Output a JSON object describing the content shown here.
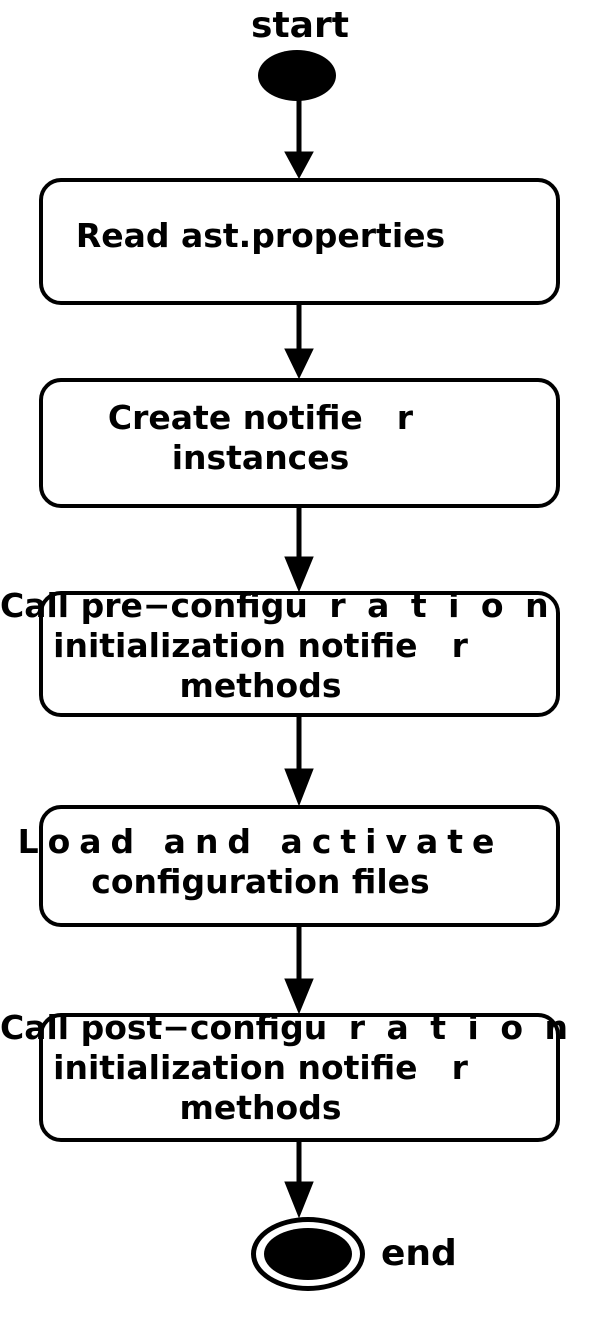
{
  "diagram": {
    "type": "uml-activity-flowchart",
    "title": "Startup initialization activity diagram",
    "background_color": "#ffffff",
    "line_color": "#000000",
    "start": {
      "label": "start",
      "shape": "filled-ellipse"
    },
    "end": {
      "label": "end",
      "shape": "final-state-double-ellipse"
    },
    "nodes": [
      {
        "id": "read",
        "shape": "rounded-rectangle",
        "lines": [
          "Read ast.properties"
        ]
      },
      {
        "id": "create",
        "shape": "rounded-rectangle",
        "lines": [
          "Create notifie",
          "r",
          "instances"
        ]
      },
      {
        "id": "preconfig",
        "shape": "rounded-rectangle",
        "lines": [
          "Call pre−config",
          "u r a t i o n",
          "initialization notifie",
          "r",
          "methods"
        ]
      },
      {
        "id": "load",
        "shape": "rounded-rectangle",
        "lines": [
          "L o a d  a n d  a c t i v a t e",
          "configuration files"
        ]
      },
      {
        "id": "postconfig",
        "shape": "rounded-rectangle",
        "lines": [
          "Call post−config",
          "u r a t i o n",
          "initialization notifie",
          "r",
          "methods"
        ]
      }
    ],
    "edges": [
      {
        "from": "start",
        "to": "read",
        "arrow": "filled-triangle"
      },
      {
        "from": "read",
        "to": "create",
        "arrow": "filled-triangle"
      },
      {
        "from": "create",
        "to": "preconfig",
        "arrow": "filled-triangle"
      },
      {
        "from": "preconfig",
        "to": "load",
        "arrow": "filled-triangle"
      },
      {
        "from": "load",
        "to": "postconfig",
        "arrow": "filled-triangle"
      },
      {
        "from": "postconfig",
        "to": "end",
        "arrow": "filled-triangle"
      }
    ]
  },
  "text": {
    "start_label": "start",
    "end_label": "end",
    "read_line1": "Read ast.properties",
    "create_line1_a": "Create notifie",
    "create_line1_b": "r",
    "create_line2": "instances",
    "preconfig_line1_a": "Call pre−config",
    "preconfig_line1_b": "u r a t i o n",
    "preconfig_line2_a": "initialization notifie",
    "preconfig_line2_b": "r",
    "preconfig_line3": "methods",
    "load_line1": "Load and activate",
    "load_line2": "configuration files",
    "postconfig_line1_a": "Call post−config",
    "postconfig_line1_b": "u r a t i o n",
    "postconfig_line2_a": "initialization notifie",
    "postconfig_line2_b": "r",
    "postconfig_line3": "methods"
  }
}
